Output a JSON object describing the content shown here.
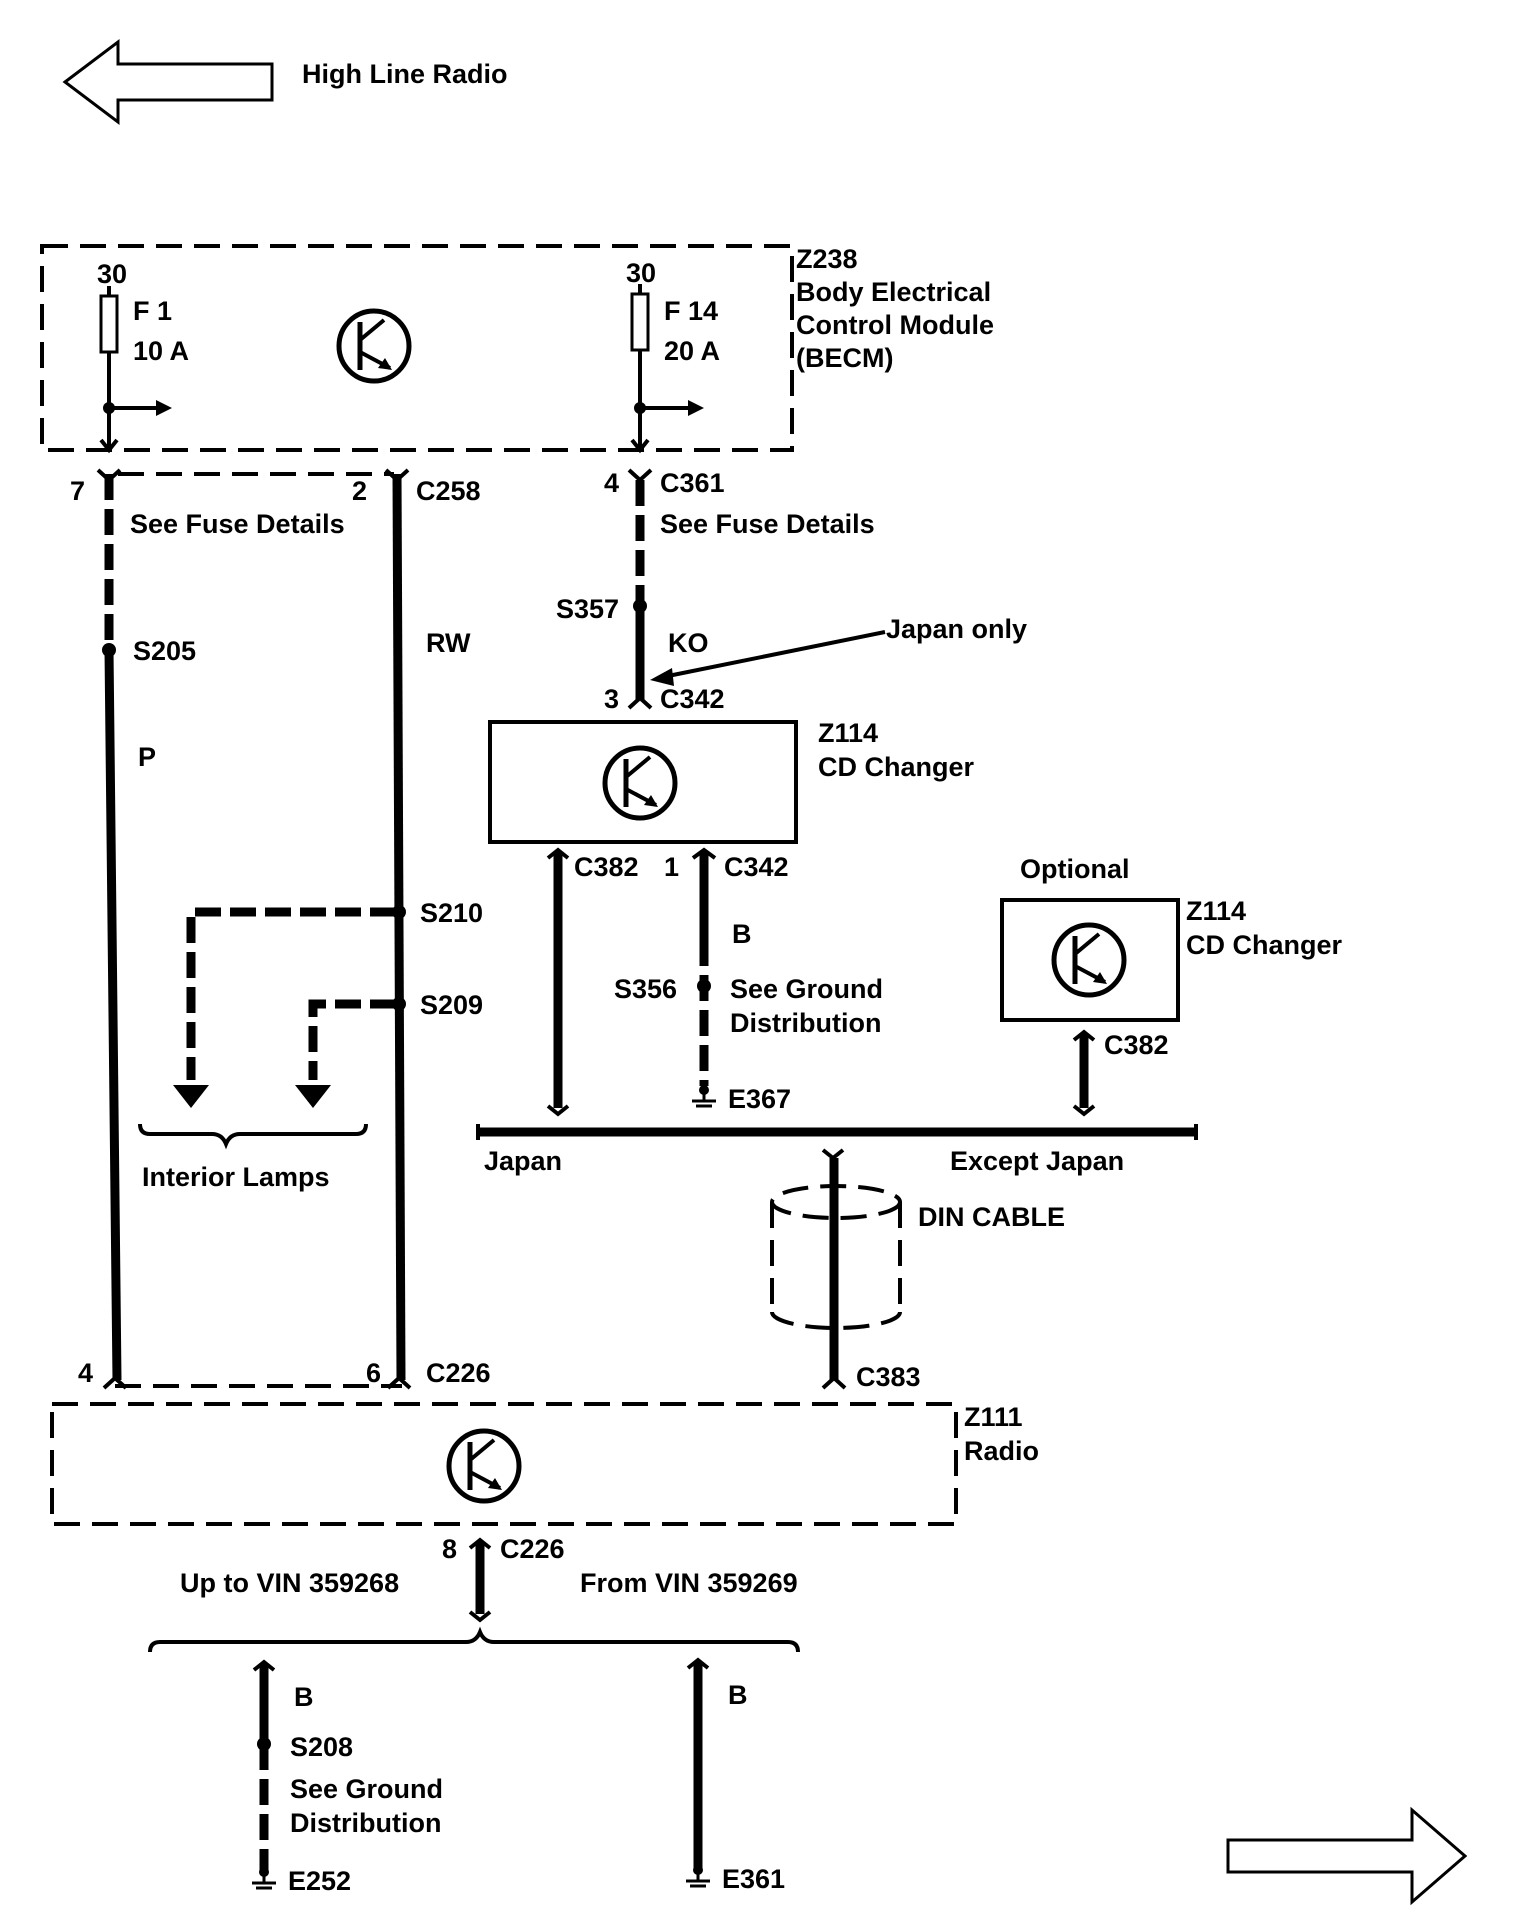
{
  "nav": {
    "title": "High Line Radio"
  },
  "becm": {
    "id": "Z238",
    "name_line1": "Body Electrical",
    "name_line2": "Control Module",
    "name_line3": "(BECM)",
    "fuse1": {
      "terminal": "30",
      "name": "F 1",
      "rating": "10 A"
    },
    "fuse2": {
      "terminal": "30",
      "name": "F 14",
      "rating": "20 A"
    }
  },
  "connectors": {
    "pin7": "7",
    "pin2": "2",
    "c258": "C258",
    "pin4_top": "4",
    "c361": "C361",
    "pin3": "3",
    "c342_top": "C342",
    "c382_a": "C382",
    "pin1": "1",
    "c342_b": "C342",
    "c382_b": "C382",
    "c383": "C383",
    "pin4_bot": "4",
    "pin6": "6",
    "c226_a": "C226",
    "pin8": "8",
    "c226_b": "C226"
  },
  "notes": {
    "fuse_details_1": "See Fuse Details",
    "fuse_details_2": "See Fuse Details",
    "japan_only": "Japan only",
    "interior_lamps": "Interior Lamps",
    "japan": "Japan",
    "except_japan": "Except Japan",
    "din_cable": "DIN CABLE",
    "optional": "Optional",
    "ground_dist_1_l1": "See Ground",
    "ground_dist_1_l2": "Distribution",
    "ground_dist_2_l1": "See Ground",
    "ground_dist_2_l2": "Distribution",
    "up_to_vin": "Up to VIN 359268",
    "from_vin": "From VIN 359269"
  },
  "splices": {
    "s205": "S205",
    "s210": "S210",
    "s209": "S209",
    "s357": "S357",
    "s356": "S356",
    "s208": "S208"
  },
  "wires": {
    "p": "P",
    "rw": "RW",
    "ko": "KO",
    "b1": "B",
    "b2": "B",
    "b3": "B"
  },
  "grounds": {
    "e367": "E367",
    "e252": "E252",
    "e361": "E361"
  },
  "cd_changer_1": {
    "id": "Z114",
    "name": "CD Changer"
  },
  "cd_changer_2": {
    "id": "Z114",
    "name": "CD Changer"
  },
  "radio": {
    "id": "Z111",
    "name": "Radio"
  }
}
